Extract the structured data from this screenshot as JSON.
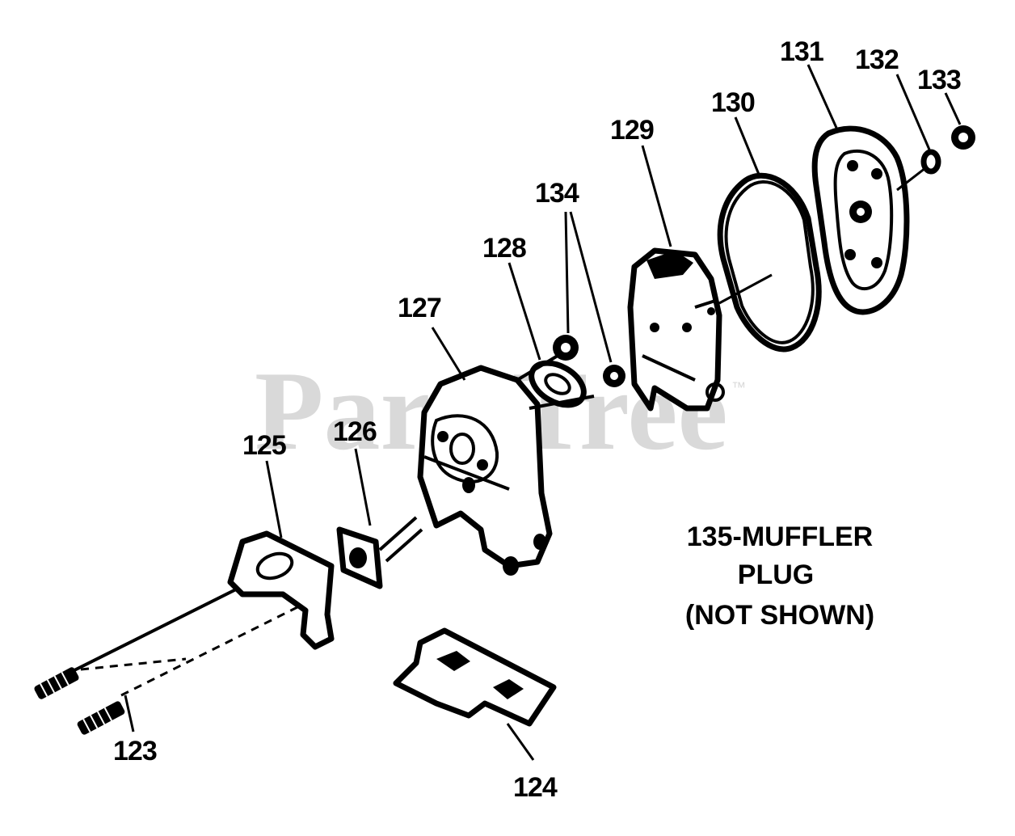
{
  "watermark": {
    "text": "PartsTree",
    "trademark": "™"
  },
  "callouts": [
    {
      "id": "123",
      "text": "123"
    },
    {
      "id": "124",
      "text": "124"
    },
    {
      "id": "125",
      "text": "125"
    },
    {
      "id": "126",
      "text": "126"
    },
    {
      "id": "127",
      "text": "127"
    },
    {
      "id": "128",
      "text": "128"
    },
    {
      "id": "129",
      "text": "129"
    },
    {
      "id": "130",
      "text": "130"
    },
    {
      "id": "131",
      "text": "131"
    },
    {
      "id": "132",
      "text": "132"
    },
    {
      "id": "133",
      "text": "133"
    },
    {
      "id": "134",
      "text": "134"
    }
  ],
  "note": {
    "line1": "135-MUFFLER",
    "line2": "PLUG",
    "line3": "(NOT SHOWN)"
  }
}
